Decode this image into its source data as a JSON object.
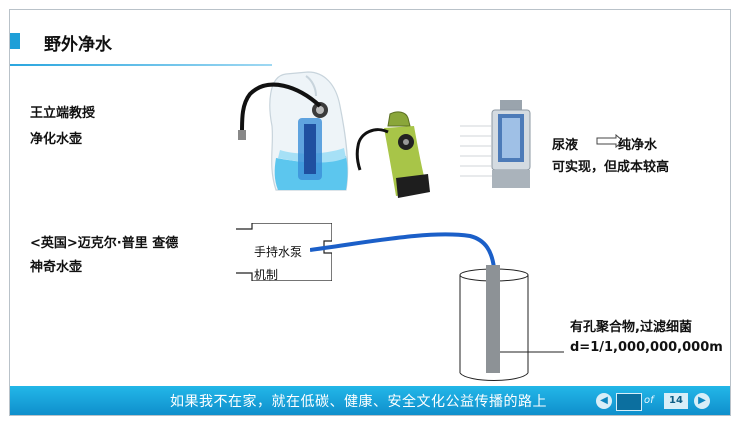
{
  "slide": {
    "title": "野外净水",
    "left_labels": {
      "wang_line1": "王立端教授",
      "wang_line2": "净化水壶",
      "uk_line1": "<英国>迈克尔·普里 查德",
      "uk_line2": "神奇水壶"
    },
    "right_labels": {
      "urine_from": "尿液",
      "urine_to": "纯净水",
      "urine_note": "可实现，但成本较高",
      "porous": "有孔聚合物,过滤细菌",
      "diameter": "d=1/1,000,000,000m"
    },
    "pump_box": {
      "line1": "手持水泵",
      "line2": "机制"
    },
    "colors": {
      "accent": "#1e9fd8",
      "hose": "#1b5fc8",
      "footer": "#1aa8df"
    }
  },
  "footer": {
    "slogan": "如果我不在家，就在低碳、健康、安全文化公益传播的路上",
    "prev_icon": "chevron-left-icon",
    "of_label": "of",
    "total_pages": "14",
    "next_icon": "chevron-right-icon"
  }
}
